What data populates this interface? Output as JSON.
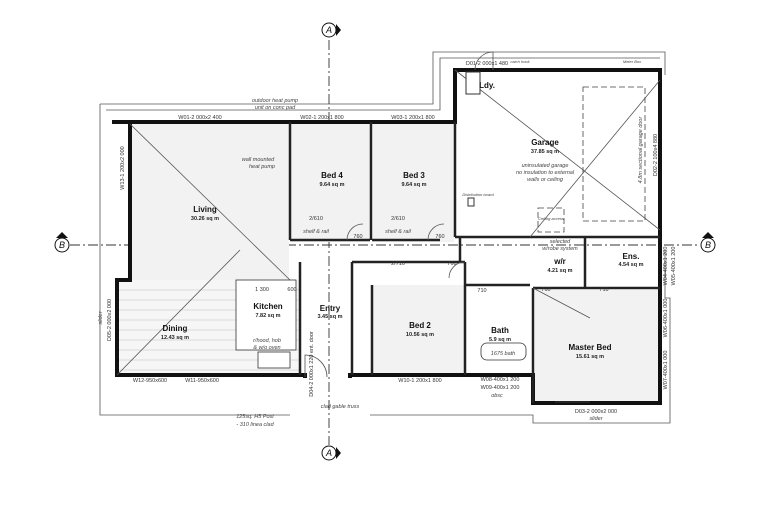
{
  "grid_markers": {
    "a_top": "A",
    "a_bottom": "A",
    "b_left": "B",
    "b_right": "B"
  },
  "rooms": {
    "living": {
      "name": "Living",
      "area": "30.26 sq m"
    },
    "dining": {
      "name": "Dining",
      "area": "12.43 sq m"
    },
    "kitchen": {
      "name": "Kitchen",
      "area": "7.82 sq m"
    },
    "entry": {
      "name": "Entry",
      "area": "3.45 sq m"
    },
    "bed4": {
      "name": "Bed 4",
      "area": "9.64 sq m"
    },
    "bed3": {
      "name": "Bed 3",
      "area": "9.64 sq m"
    },
    "bed2": {
      "name": "Bed 2",
      "area": "10.56 sq m"
    },
    "bath": {
      "name": "Bath",
      "area": "5.9 sq m"
    },
    "garage": {
      "name": "Garage",
      "area": "37.85 sq m"
    },
    "laundry": {
      "name": "Ldy.",
      "area": ""
    },
    "wr": {
      "name": "w/r",
      "area": "4.21 sq m"
    },
    "ens": {
      "name": "Ens.",
      "area": "4.54 sq m"
    },
    "master": {
      "name": "Master Bed",
      "area": "15.61 sq m"
    }
  },
  "notes": {
    "heat_pump_outdoor_1": "outdoor heat pump",
    "heat_pump_outdoor_2": "unit on conc pad",
    "heat_pump_wall_1": "wall mounted",
    "heat_pump_wall_2": "heat pump",
    "garage_1": "uninsulated garage",
    "garage_2": "no insulation to external",
    "garage_3": "walls or ceiling",
    "distribution_board": "Distribution board",
    "ceiling_access": "Ceiling access",
    "robe_1": "selected",
    "robe_2": "w/robe system",
    "garage_door": "4.8m sectional garage door",
    "meter_box": "Meter Box",
    "catch_hook": "catch hook",
    "shelf_rail": "shelf & rail",
    "rangehood": "r/hood, hob",
    "wall_oven": "& w/o oven",
    "bath_tub": "1675 bath",
    "gable": "clad gable truss",
    "post_1": "125sq. H5 Post",
    "post_2": "- 310 linea clad",
    "slider": "slider",
    "obsc": "obsc"
  },
  "openings": {
    "w01": "W01-2 000x2 400",
    "w02": "W02-1 200x1 800",
    "w03": "W03-1 200x1 800",
    "w13": "W13-1 200x2 000",
    "d05": "D05-2 000x2 000",
    "w12": "W12-950x600",
    "w11": "W11-950x600",
    "d04": "D04-2 000x1 220 ent. door",
    "w10": "W10-1 200x1 800",
    "w08": "W08-400x1 200",
    "w09": "W09-400x1 200",
    "d03": "D03-2 000x2 000",
    "d01": "D01-2 000x1 480",
    "d02": "D02-2 100x4 880",
    "w04": "W04-400x1 200",
    "w05": "W05-400x1 200",
    "w06": "W06-400x1 000",
    "w07": "W07-400x1 000"
  },
  "dims": {
    "door_2610": "2/610",
    "door_2710": "2/710",
    "d760": "760",
    "d710": "710",
    "d1300": "1 300",
    "d600": "600"
  }
}
